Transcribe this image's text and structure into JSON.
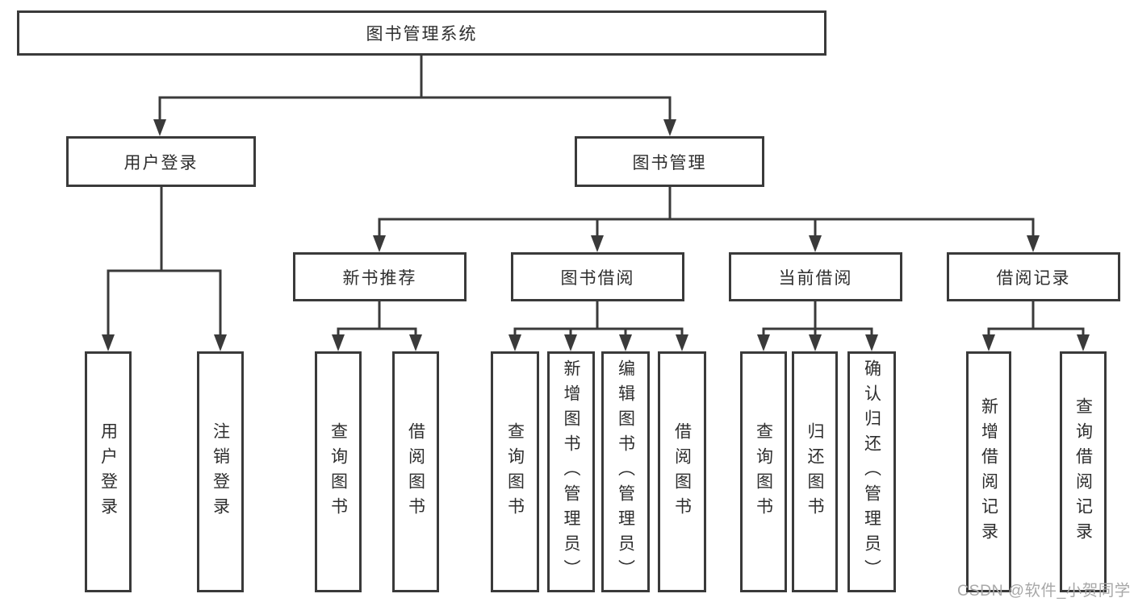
{
  "colors": {
    "line": "#3a3a3a",
    "border": "#3a3a3a",
    "text": "#2e2e2e",
    "watermark": "#a8a8a8",
    "bg": "#ffffff"
  },
  "watermark": {
    "text": "CSDN @软件_小贺同学"
  },
  "diagram": {
    "root": "图书管理系统",
    "branches": [
      {
        "label": "用户登录",
        "children": [
          "用户登录",
          "注销登录"
        ]
      },
      {
        "label": "图书管理",
        "groups": [
          {
            "label": "新书推荐",
            "children": [
              "查询图书",
              "借阅图书"
            ]
          },
          {
            "label": "图书借阅",
            "children": [
              "查询图书",
              "新增图书（管理员）",
              "编辑图书（管理员）",
              "借阅图书"
            ]
          },
          {
            "label": "当前借阅",
            "children": [
              "查询图书",
              "归还图书",
              "确认归还（管理员）"
            ]
          },
          {
            "label": "借阅记录",
            "children": [
              "新增借阅记录",
              "查询借阅记录"
            ]
          }
        ]
      }
    ]
  }
}
